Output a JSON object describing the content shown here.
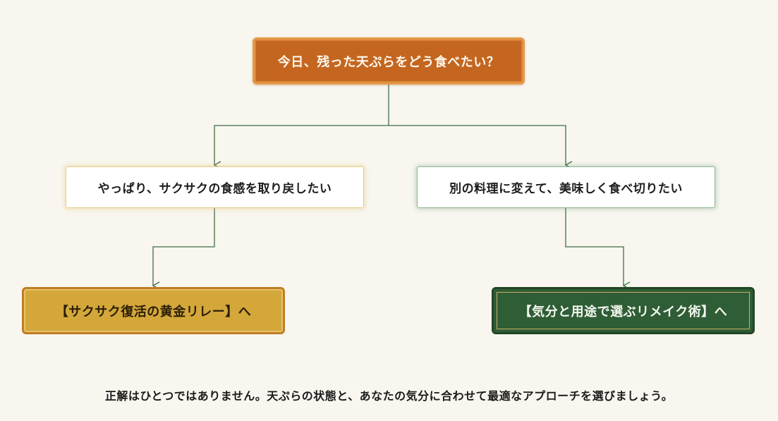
{
  "diagram": {
    "root": {
      "label": "今日、残った天ぷらをどう食べたい？"
    },
    "options": [
      {
        "label": "やっぱり、サクサクの食感を取り戻したい"
      },
      {
        "label": "別の料理に変えて、美味しく食べ切りたい"
      }
    ],
    "outcomes": [
      {
        "label": "【サクサク復活の黄金リレー】へ"
      },
      {
        "label": "【気分と用途で選ぶリメイク術】へ"
      }
    ],
    "footer": "正解はひとつではありません。天ぷらの状態と、あなたの気分に合わせて最適なアプローチを選びましょう。",
    "colors": {
      "root_fill": "#c4661f",
      "gold_fill": "#d4a73a",
      "green_fill": "#2f5d35",
      "connector": "#3f6e45",
      "background": "#f8f6ef"
    }
  }
}
